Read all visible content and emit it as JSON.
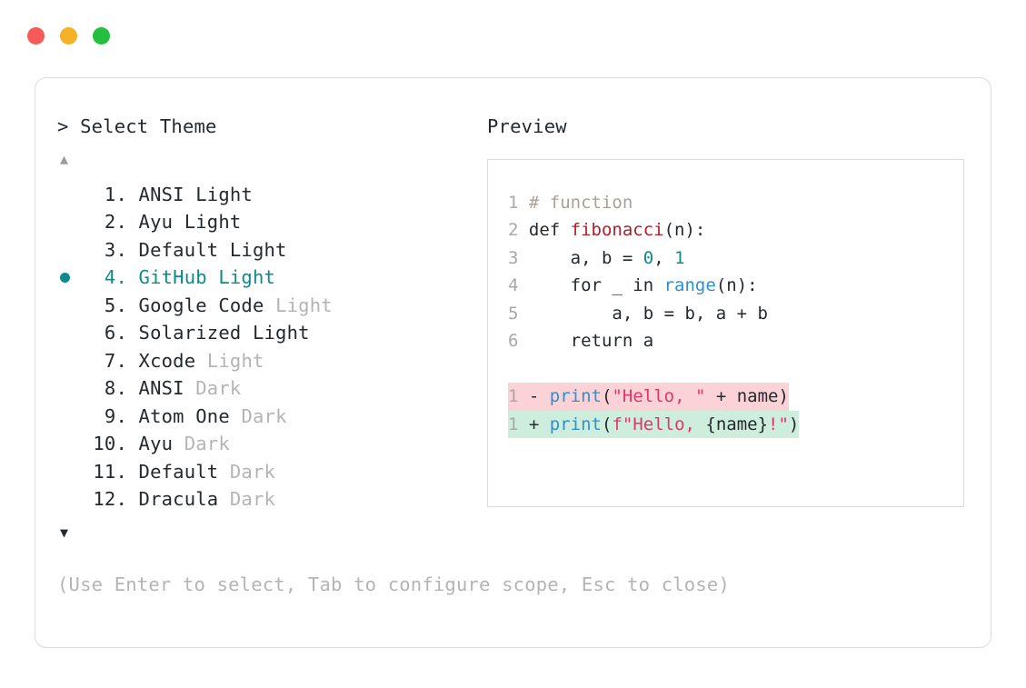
{
  "window": {
    "dots": [
      {
        "name": "close-dot",
        "color": "#f45b56"
      },
      {
        "name": "minimize-dot",
        "color": "#f5b127"
      },
      {
        "name": "maximize-dot",
        "color": "#25bf3f"
      }
    ]
  },
  "picker": {
    "prompt": "> Select Theme",
    "scroll_up_icon": "▲",
    "scroll_down_icon": "▼",
    "selected_index": 4,
    "bullet_icon": "●",
    "selected_color": "#0d8b8b",
    "items": [
      {
        "index": " 1.",
        "name": "ANSI Light",
        "variant": "",
        "variant_strong": true,
        "selected": false
      },
      {
        "index": " 2.",
        "name": "Ayu Light",
        "variant": "",
        "variant_strong": true,
        "selected": false
      },
      {
        "index": " 3.",
        "name": "Default Light",
        "variant": "",
        "variant_strong": true,
        "selected": false
      },
      {
        "index": " 4.",
        "name": "GitHub Light",
        "variant": "",
        "variant_strong": true,
        "selected": true
      },
      {
        "index": " 5.",
        "name": "Google Code ",
        "variant": "Light",
        "variant_strong": false,
        "selected": false
      },
      {
        "index": " 6.",
        "name": "Solarized Light",
        "variant": "",
        "variant_strong": true,
        "selected": false
      },
      {
        "index": " 7.",
        "name": "Xcode ",
        "variant": "Light",
        "variant_strong": false,
        "selected": false
      },
      {
        "index": " 8.",
        "name": "ANSI ",
        "variant": "Dark",
        "variant_strong": false,
        "selected": false
      },
      {
        "index": " 9.",
        "name": "Atom One ",
        "variant": "Dark",
        "variant_strong": false,
        "selected": false
      },
      {
        "index": "10.",
        "name": "Ayu ",
        "variant": "Dark",
        "variant_strong": false,
        "selected": false
      },
      {
        "index": "11.",
        "name": "Default ",
        "variant": "Dark",
        "variant_strong": false,
        "selected": false
      },
      {
        "index": "12.",
        "name": "Dracula ",
        "variant": "Dark",
        "variant_strong": false,
        "selected": false
      }
    ]
  },
  "preview": {
    "label": "Preview",
    "code_lines": [
      {
        "gutter": "1 ",
        "tokens": [
          {
            "t": "# function",
            "c": "tok-comment"
          }
        ]
      },
      {
        "gutter": "2 ",
        "tokens": [
          {
            "t": "def ",
            "c": "tok-keyword"
          },
          {
            "t": "fibonacci",
            "c": "tok-func"
          },
          {
            "t": "(n):",
            "c": "tok-punct"
          }
        ]
      },
      {
        "gutter": "3 ",
        "tokens": [
          {
            "t": "    a, b = ",
            "c": "tok-plain"
          },
          {
            "t": "0",
            "c": "tok-number"
          },
          {
            "t": ", ",
            "c": "tok-plain"
          },
          {
            "t": "1",
            "c": "tok-number"
          }
        ]
      },
      {
        "gutter": "4 ",
        "tokens": [
          {
            "t": "    for _ in ",
            "c": "tok-plain"
          },
          {
            "t": "range",
            "c": "tok-builtin"
          },
          {
            "t": "(n):",
            "c": "tok-punct"
          }
        ]
      },
      {
        "gutter": "5 ",
        "tokens": [
          {
            "t": "        a, b = b, a + b",
            "c": "tok-plain"
          }
        ]
      },
      {
        "gutter": "6 ",
        "tokens": [
          {
            "t": "    return a",
            "c": "tok-plain"
          }
        ]
      }
    ],
    "diff_lines": [
      {
        "kind": "del",
        "gutter": "1 ",
        "marker": "- ",
        "tokens": [
          {
            "t": "print",
            "c": "tok-callname"
          },
          {
            "t": "(",
            "c": "tok-punct"
          },
          {
            "t": "\"Hello, \"",
            "c": "tok-string"
          },
          {
            "t": " + name)",
            "c": "tok-plain"
          }
        ]
      },
      {
        "kind": "add",
        "gutter": "1 ",
        "marker": "+ ",
        "tokens": [
          {
            "t": "print",
            "c": "tok-callname"
          },
          {
            "t": "(",
            "c": "tok-punct"
          },
          {
            "t": "f\"Hello, ",
            "c": "tok-string"
          },
          {
            "t": "{name}",
            "c": "tok-plain"
          },
          {
            "t": "!\"",
            "c": "tok-string"
          },
          {
            "t": ")",
            "c": "tok-punct"
          }
        ]
      }
    ]
  },
  "footer": {
    "hint": "(Use Enter to select, Tab to configure scope, Esc to close)"
  }
}
